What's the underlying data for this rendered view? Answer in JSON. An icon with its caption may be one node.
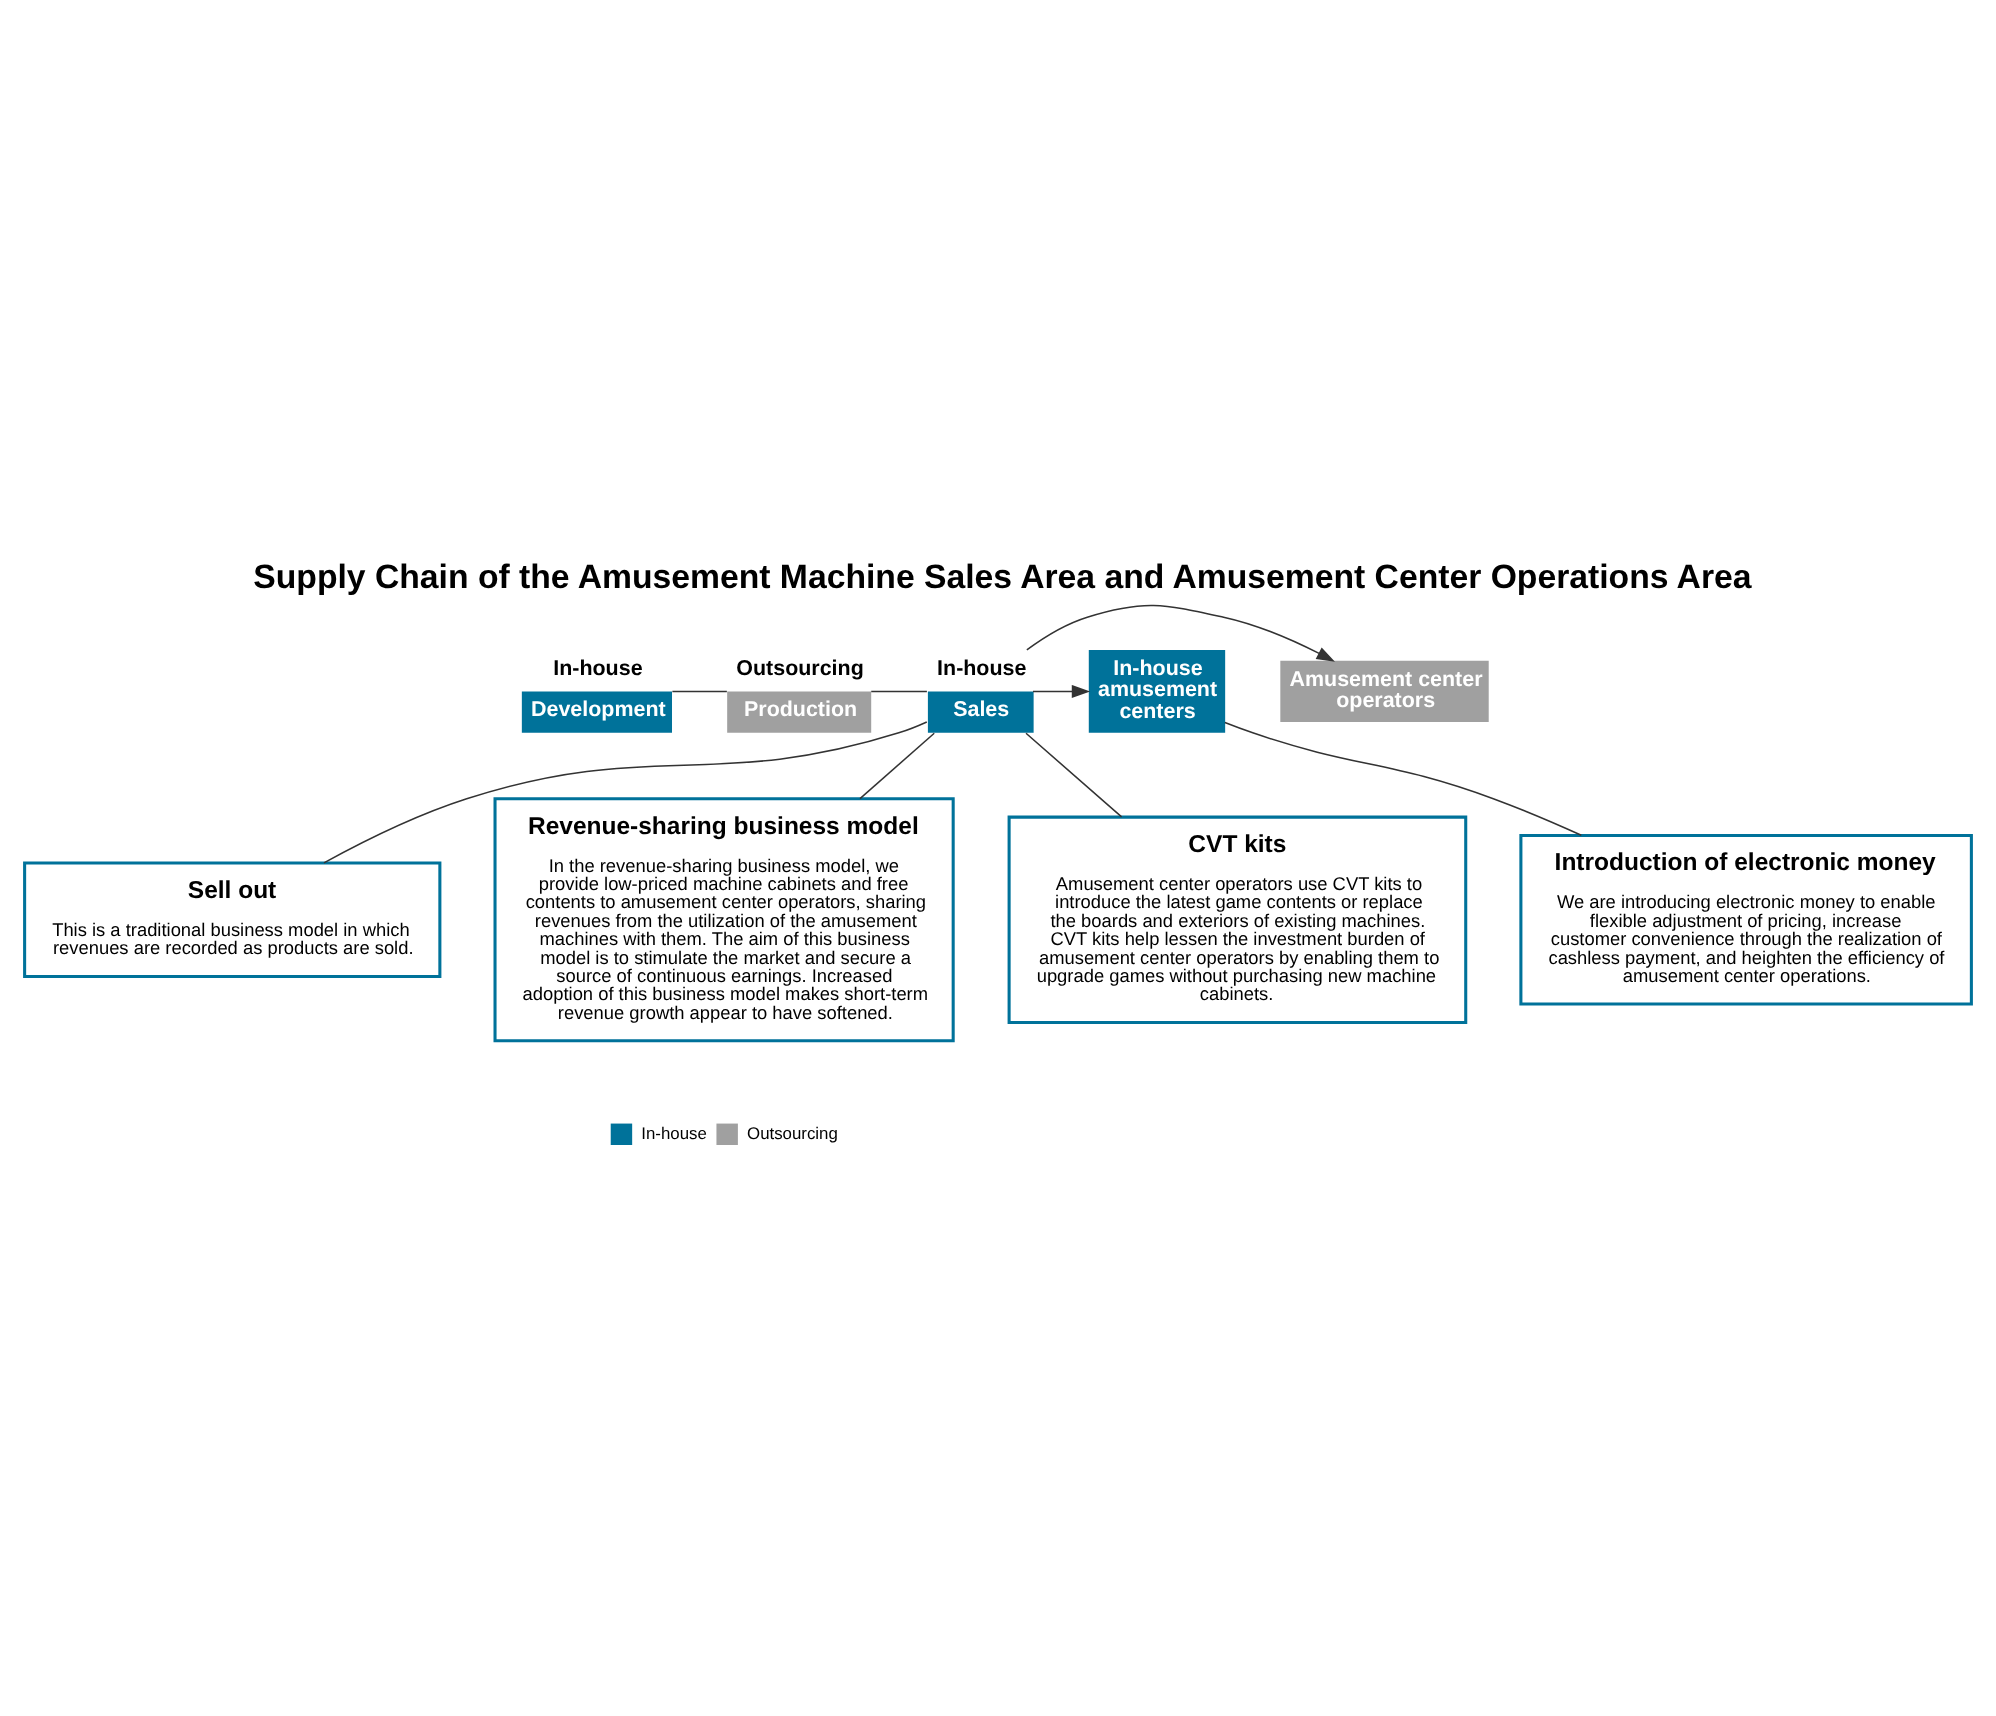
{
  "diagram": {
    "title": "Supply Chain of the Amusement Machine Sales Area and Amusement Center Operations Area",
    "nodes": [
      {
        "text": [
          "Development"
        ],
        "beside": [
          "In-house"
        ]
      },
      {
        "text": [
          "Production"
        ],
        "beside": [
          "Outsourcing"
        ]
      },
      {
        "text": [
          "Sales"
        ],
        "beside": [
          "In-house"
        ]
      },
      {
        "text": [
          "Amusement center operators"
        ]
      },
      {
        "text": [
          "In-house amusement centers"
        ]
      },
      {
        "text": [
          "Sell out",
          "This is a traditional business model in which revenues are recorded as products are sold."
        ]
      },
      {
        "text": [
          "Revenue-sharing business model",
          "In the revenue-sharing business model, we provide low-priced machine cabinets and free contents to amusement center operators, sharing revenues from the utilization of the amusement machines with them. The aim of this business model is to stimulate the market and secure a source of continuous earnings. Increased adoption of this business model makes short-term revenue growth appear to have softened."
        ]
      },
      {
        "text": [
          "Introduction of electronic money",
          "We are introducing electronic money to enable flexible adjustment of pricing, increase customer convenience through the realization of cashless payment, and heighten the efficiency of amusement center operations."
        ]
      },
      {
        "text": [
          "CVT kits",
          "Amusement center operators use CVT kits to introduce the latest game contents or replace the boards and exteriors of existing machines. CVT kits help lessen the investment burden of amusement center operators by enabling them to upgrade games without purchasing new machine cabinets."
        ]
      }
    ],
    "edges": [
      {
        "from": 0,
        "to": 1,
        "arrow": "none"
      },
      {
        "from": 1,
        "to": 2,
        "arrow": "none"
      },
      {
        "from": 2,
        "to": 3,
        "arrow": "to"
      },
      {
        "from": 2,
        "to": 4,
        "arrow": "to"
      },
      {
        "from": 2,
        "to": 5,
        "arrow": "none"
      },
      {
        "from": 2,
        "to": 6,
        "arrow": "none"
      },
      {
        "from": 2,
        "to": 8,
        "arrow": "none"
      },
      {
        "from": 4,
        "to": 7,
        "arrow": "none"
      }
    ],
    "legend": [
      {
        "text": "In-house",
        "color": "#00729a"
      },
      {
        "text": "Outsourcing",
        "color": "#a0a0a0"
      }
    ]
  }
}
